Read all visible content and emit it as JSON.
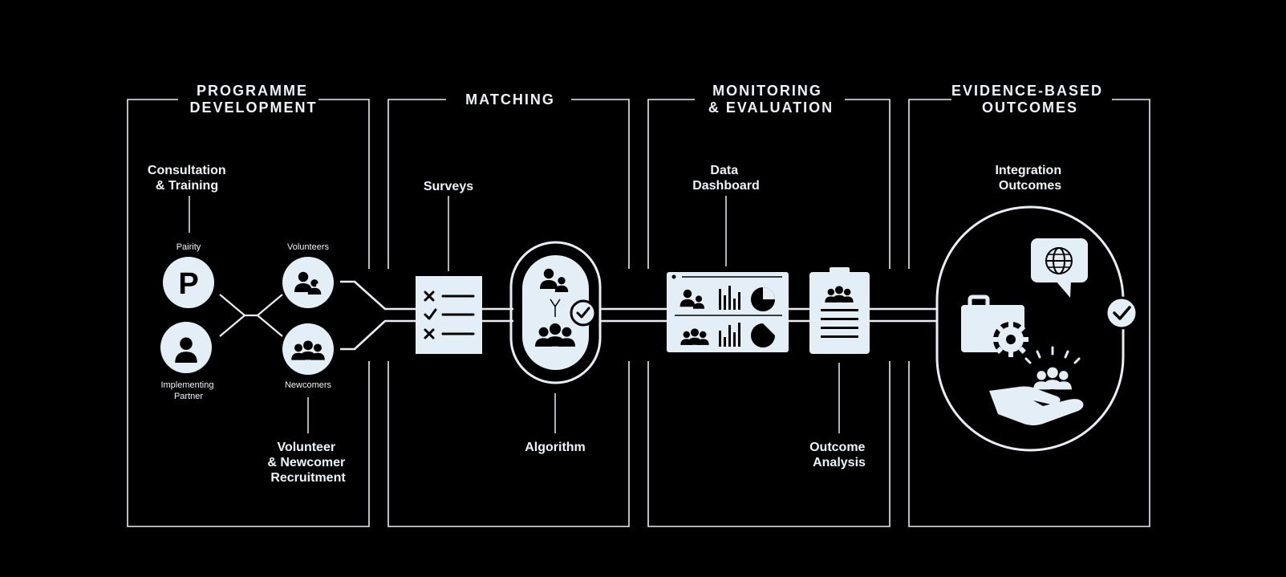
{
  "sections": [
    {
      "title_lines": [
        "PROGRAMME",
        "DEVELOPMENT"
      ]
    },
    {
      "title_lines": [
        "MATCHING"
      ]
    },
    {
      "title_lines": [
        "MONITORING",
        "& EVALUATION"
      ]
    },
    {
      "title_lines": [
        "EVIDENCE-BASED",
        "OUTCOMES"
      ]
    }
  ],
  "labels": {
    "consultation": [
      "Consultation",
      "& Training"
    ],
    "pairity": "Pairity",
    "pairity_glyph": "P",
    "implementing_partner": [
      "Implementing",
      "Partner"
    ],
    "volunteers": "Volunteers",
    "newcomers": "Newcomers",
    "recruitment": [
      "Volunteer",
      "& Newcomer",
      "Recruitment"
    ],
    "surveys": "Surveys",
    "algorithm": "Algorithm",
    "data_dashboard": [
      "Data",
      "Dashboard"
    ],
    "outcome_analysis": [
      "Outcome",
      "Analysis"
    ],
    "integration_outcomes": [
      "Integration",
      "Outcomes"
    ]
  },
  "icons": {
    "pairity": "pairity-logo-icon",
    "partner": "person-icon",
    "volunteers": "volunteer-pair-icon",
    "newcomers": "group-icon",
    "surveys": "checklist-icon",
    "algorithm": "matching-icon",
    "dashboard": "dashboard-icon",
    "analysis": "clipboard-icon",
    "briefcase": "briefcase-gear-icon",
    "globe": "globe-speech-icon",
    "hand": "hand-group-icon",
    "check": "check-circle-icon"
  },
  "colors": {
    "background": "#000000",
    "foreground": "#e3eef6",
    "line": "#e8eef4"
  }
}
